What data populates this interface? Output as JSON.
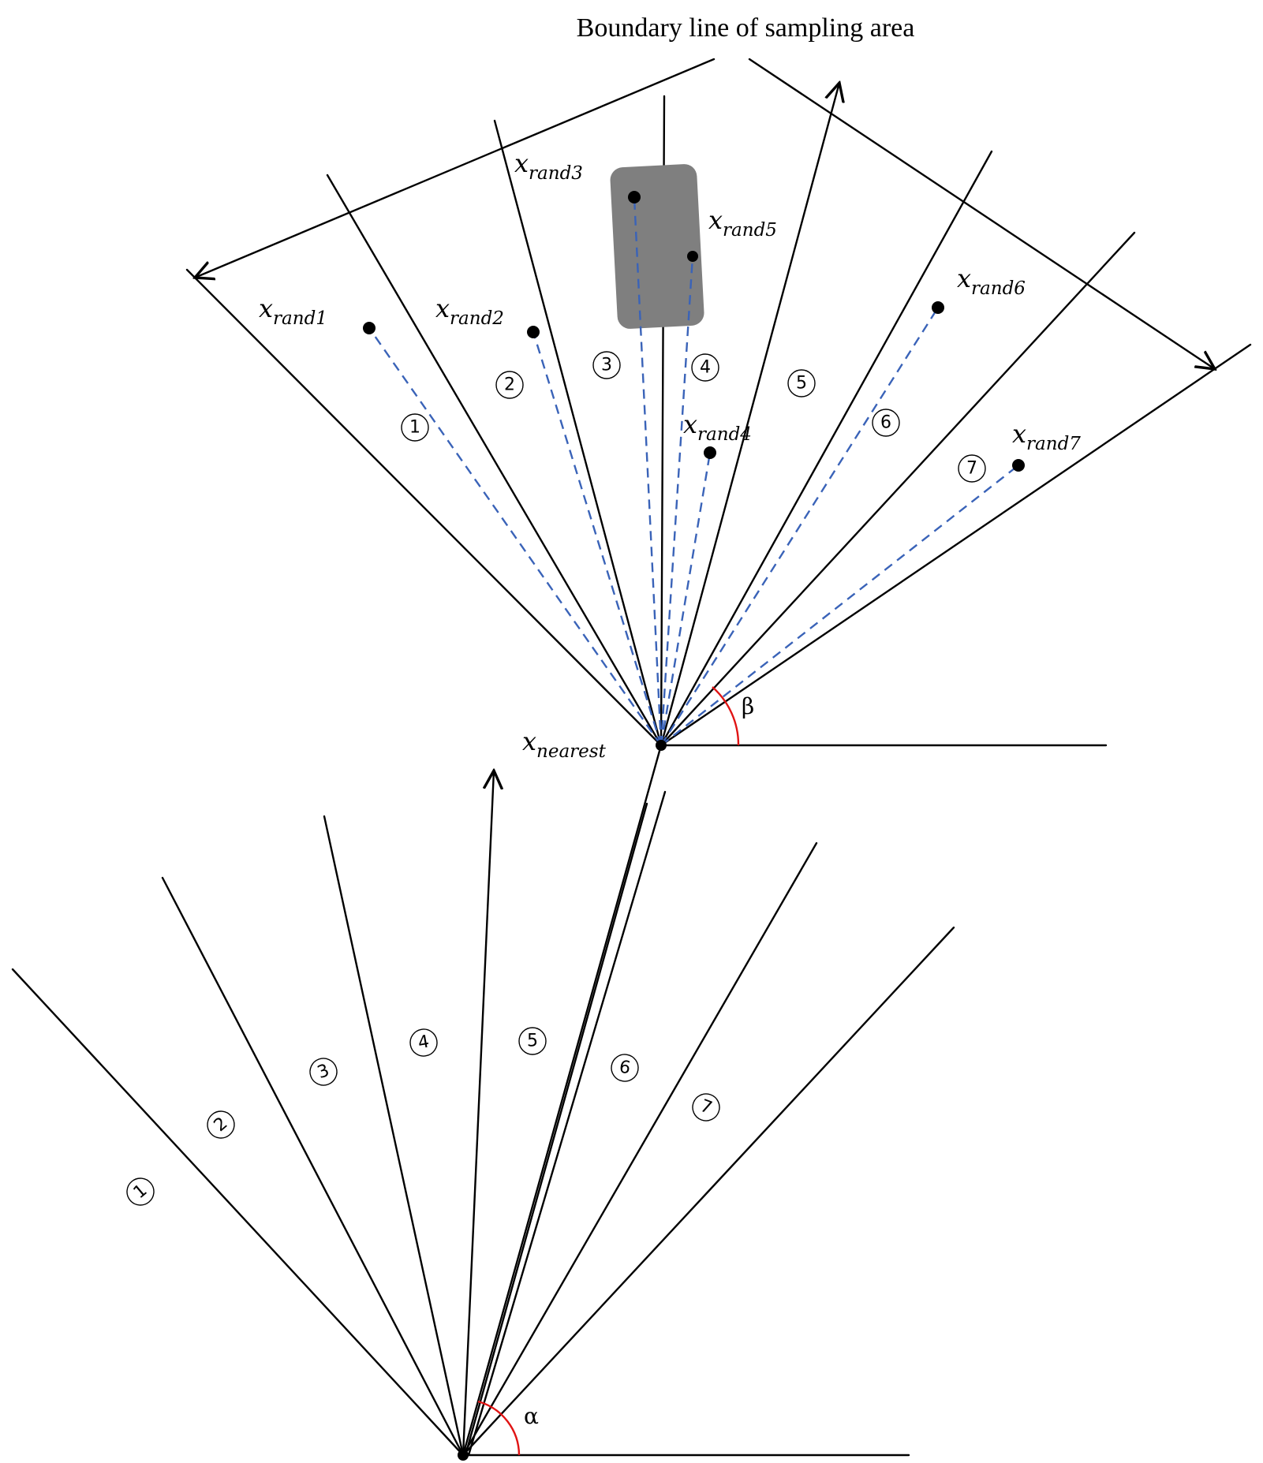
{
  "title": "Boundary line of sampling area",
  "upper_fan": {
    "region_labels": [
      "1",
      "2",
      "3",
      "4",
      "5",
      "6",
      "7"
    ],
    "samples": [
      {
        "base": "x",
        "sub": "rand1"
      },
      {
        "base": "x",
        "sub": "rand2"
      },
      {
        "base": "x",
        "sub": "rand3"
      },
      {
        "base": "x",
        "sub": "rand4"
      },
      {
        "base": "x",
        "sub": "rand5"
      },
      {
        "base": "x",
        "sub": "rand6"
      },
      {
        "base": "x",
        "sub": "rand7"
      }
    ],
    "origin_label": {
      "base": "x",
      "sub": "nearest"
    },
    "angle_label": "β"
  },
  "lower_fan": {
    "region_labels": [
      "1",
      "2",
      "3",
      "4",
      "5",
      "6",
      "7"
    ],
    "angle_label": "α"
  },
  "colors": {
    "lines": "#000000",
    "dashed_guides": "#3a63b8",
    "angle_arcs": "#e01414",
    "obstacle": "#7f7f7f"
  }
}
